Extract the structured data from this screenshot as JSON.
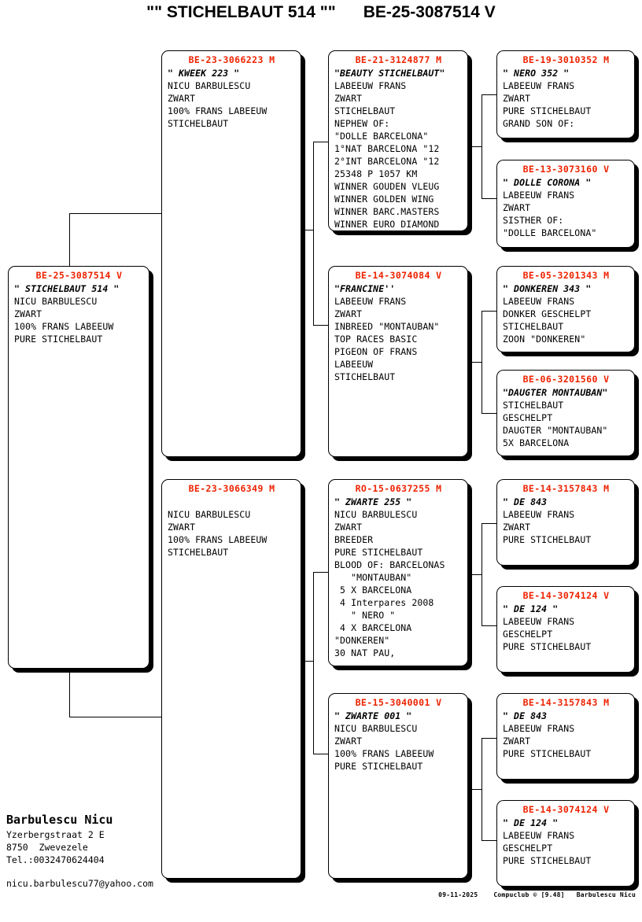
{
  "header": {
    "subject_name": "\"\" STICHELBAUT 514 \"\"",
    "subject_ring": "BE-25-3087514 V",
    "title_combined": "\"\" STICHELBAUT 514 \"\"      BE-25-3087514 V"
  },
  "colors": {
    "ring_red": "#ee2200",
    "text_black": "#000000",
    "background": "#ffffff"
  },
  "subject": {
    "ring": "BE-25-3087514 V",
    "lines": [
      {
        "text": "\" STICHELBAUT 514 \"",
        "style": "nick"
      },
      {
        "text": "NICU BARBULESCU",
        "style": "plain"
      },
      {
        "text": "ZWART",
        "style": "plain"
      },
      {
        "text": "100% FRANS LABEEUW",
        "style": "plain"
      },
      {
        "text": "PURE STICHELBAUT",
        "style": "plain"
      }
    ]
  },
  "generation2": [
    {
      "id": "sire",
      "ring": "BE-23-3066223 M",
      "lines": [
        {
          "text": "\" KWEEK 223 \"",
          "style": "nick"
        },
        {
          "text": "NICU BARBULESCU",
          "style": "plain"
        },
        {
          "text": "ZWART",
          "style": "plain"
        },
        {
          "text": "100% FRANS LABEEUW",
          "style": "plain"
        },
        {
          "text": "STICHELBAUT",
          "style": "plain"
        }
      ]
    },
    {
      "id": "dam",
      "ring": "BE-23-3066349 M",
      "lines": [
        {
          "text": "",
          "style": "blank"
        },
        {
          "text": "NICU BARBULESCU",
          "style": "plain"
        },
        {
          "text": "ZWART",
          "style": "plain"
        },
        {
          "text": "100% FRANS LABEEUW",
          "style": "plain"
        },
        {
          "text": "STICHELBAUT",
          "style": "plain"
        }
      ]
    }
  ],
  "generation3": [
    {
      "id": "sire-sire",
      "ring": "BE-21-3124877 M",
      "lines": [
        {
          "text": "\"BEAUTY STICHELBAUT\"",
          "style": "nick"
        },
        {
          "text": "LABEEUW FRANS",
          "style": "plain"
        },
        {
          "text": "ZWART",
          "style": "plain"
        },
        {
          "text": "STICHELBAUT",
          "style": "plain"
        },
        {
          "text": "NEPHEW OF:",
          "style": "plain"
        },
        {
          "text": "\"DOLLE BARCELONA\"",
          "style": "plain"
        },
        {
          "text": "1°NAT BARCELONA \"12",
          "style": "plain"
        },
        {
          "text": "2°INT BARCELONA \"12",
          "style": "plain"
        },
        {
          "text": "25348 P 1057 KM",
          "style": "plain"
        },
        {
          "text": "WINNER GOUDEN VLEUG",
          "style": "plain"
        },
        {
          "text": "WINNER GOLDEN WING",
          "style": "plain"
        },
        {
          "text": "WINNER BARC.MASTERS",
          "style": "plain"
        },
        {
          "text": "WINNER EURO DIAMOND",
          "style": "plain"
        }
      ]
    },
    {
      "id": "sire-dam",
      "ring": "BE-14-3074084 V",
      "lines": [
        {
          "text": "\"FRANCINE''",
          "style": "nick"
        },
        {
          "text": "LABEEUW FRANS",
          "style": "plain"
        },
        {
          "text": "ZWART",
          "style": "plain"
        },
        {
          "text": "INBREED \"MONTAUBAN\"",
          "style": "plain"
        },
        {
          "text": "TOP RACES BASIC",
          "style": "plain"
        },
        {
          "text": "PIGEON OF FRANS",
          "style": "plain"
        },
        {
          "text": "LABEEUW",
          "style": "plain"
        },
        {
          "text": "STICHELBAUT",
          "style": "plain"
        }
      ]
    },
    {
      "id": "dam-sire",
      "ring": "RO-15-0637255 M",
      "lines": [
        {
          "text": "\" ZWARTE 255 \"",
          "style": "nick"
        },
        {
          "text": "NICU BARBULESCU",
          "style": "plain"
        },
        {
          "text": "ZWART",
          "style": "plain"
        },
        {
          "text": "BREEDER",
          "style": "plain"
        },
        {
          "text": "PURE STICHELBAUT",
          "style": "plain"
        },
        {
          "text": "BLOOD OF: BARCELONAS",
          "style": "plain"
        },
        {
          "text": "   \"MONTAUBAN\"",
          "style": "plain"
        },
        {
          "text": " 5 X BARCELONA",
          "style": "plain"
        },
        {
          "text": " 4 Interpares 2008",
          "style": "plain"
        },
        {
          "text": "   \" NERO \"",
          "style": "plain"
        },
        {
          "text": " 4 X BARCELONA",
          "style": "plain"
        },
        {
          "text": "\"DONKEREN\"",
          "style": "plain"
        },
        {
          "text": "30 NAT PAU,",
          "style": "plain"
        }
      ]
    },
    {
      "id": "dam-dam",
      "ring": "BE-15-3040001 V",
      "lines": [
        {
          "text": "\" ZWARTE 001 \"",
          "style": "nick"
        },
        {
          "text": "NICU BARBULESCU",
          "style": "plain"
        },
        {
          "text": "ZWART",
          "style": "plain"
        },
        {
          "text": "100% FRANS LABEEUW",
          "style": "plain"
        },
        {
          "text": "PURE STICHELBAUT",
          "style": "plain"
        }
      ]
    }
  ],
  "generation4": [
    {
      "id": "g4-1",
      "ring": "BE-19-3010352 M",
      "lines": [
        {
          "text": "\" NERO 352 \"",
          "style": "nick"
        },
        {
          "text": "LABEEUW FRANS",
          "style": "plain"
        },
        {
          "text": "ZWART",
          "style": "plain"
        },
        {
          "text": "PURE STICHELBAUT",
          "style": "plain"
        },
        {
          "text": "GRAND SON OF:",
          "style": "plain"
        }
      ]
    },
    {
      "id": "g4-2",
      "ring": "BE-13-3073160 V",
      "lines": [
        {
          "text": "\" DOLLE CORONA \"",
          "style": "nick"
        },
        {
          "text": "LABEEUW FRANS",
          "style": "plain"
        },
        {
          "text": "ZWART",
          "style": "plain"
        },
        {
          "text": "SISTHER OF:",
          "style": "plain"
        },
        {
          "text": "\"DOLLE BARCELONA\"",
          "style": "plain"
        }
      ]
    },
    {
      "id": "g4-3",
      "ring": "BE-05-3201343 M",
      "lines": [
        {
          "text": "\" DONKEREN 343 \"",
          "style": "nick"
        },
        {
          "text": "LABEEUW FRANS",
          "style": "plain"
        },
        {
          "text": "DONKER GESCHELPT",
          "style": "plain"
        },
        {
          "text": "STICHELBAUT",
          "style": "plain"
        },
        {
          "text": "ZOON \"DONKEREN\"",
          "style": "plain"
        }
      ]
    },
    {
      "id": "g4-4",
      "ring": "BE-06-3201560 V",
      "lines": [
        {
          "text": "\"DAUGTER MONTAUBAN\"",
          "style": "nick"
        },
        {
          "text": "STICHELBAUT",
          "style": "plain"
        },
        {
          "text": "GESCHELPT",
          "style": "plain"
        },
        {
          "text": "DAUGTER \"MONTAUBAN\"",
          "style": "plain"
        },
        {
          "text": "5X BARCELONA",
          "style": "plain"
        }
      ]
    },
    {
      "id": "g4-5",
      "ring": "BE-14-3157843 M",
      "lines": [
        {
          "text": "\" DE 843",
          "style": "nick"
        },
        {
          "text": "LABEEUW FRANS",
          "style": "plain"
        },
        {
          "text": "ZWART",
          "style": "plain"
        },
        {
          "text": "PURE STICHELBAUT",
          "style": "plain"
        }
      ]
    },
    {
      "id": "g4-6",
      "ring": "BE-14-3074124 V",
      "lines": [
        {
          "text": "\" DE 124 \"",
          "style": "nick"
        },
        {
          "text": "LABEEUW FRANS",
          "style": "plain"
        },
        {
          "text": "GESCHELPT",
          "style": "plain"
        },
        {
          "text": "PURE STICHELBAUT",
          "style": "plain"
        }
      ]
    },
    {
      "id": "g4-7",
      "ring": "BE-14-3157843 M",
      "lines": [
        {
          "text": "\" DE 843",
          "style": "nick"
        },
        {
          "text": "LABEEUW FRANS",
          "style": "plain"
        },
        {
          "text": "ZWART",
          "style": "plain"
        },
        {
          "text": "PURE STICHELBAUT",
          "style": "plain"
        }
      ]
    },
    {
      "id": "g4-8",
      "ring": "BE-14-3074124 V",
      "lines": [
        {
          "text": "\" DE 124 \"",
          "style": "nick"
        },
        {
          "text": "LABEEUW FRANS",
          "style": "plain"
        },
        {
          "text": "GESCHELPT",
          "style": "plain"
        },
        {
          "text": "PURE STICHELBAUT",
          "style": "plain"
        }
      ]
    }
  ],
  "owner": {
    "name": "Barbulescu Nicu",
    "street": "Yzerbergstraat 2 E",
    "city": "8750  Zwevezele",
    "phone": "Tel.:0032470624404",
    "email": "nicu.barbulescu77@yahoo.com"
  },
  "footnote": {
    "date": "09-11-2025",
    "software": "Compuclub © [9.48]",
    "user": "Barbulescu Nicu",
    "combined": "09-11-2025    Compuclub © [9.48]   Barbulescu Nicu"
  }
}
